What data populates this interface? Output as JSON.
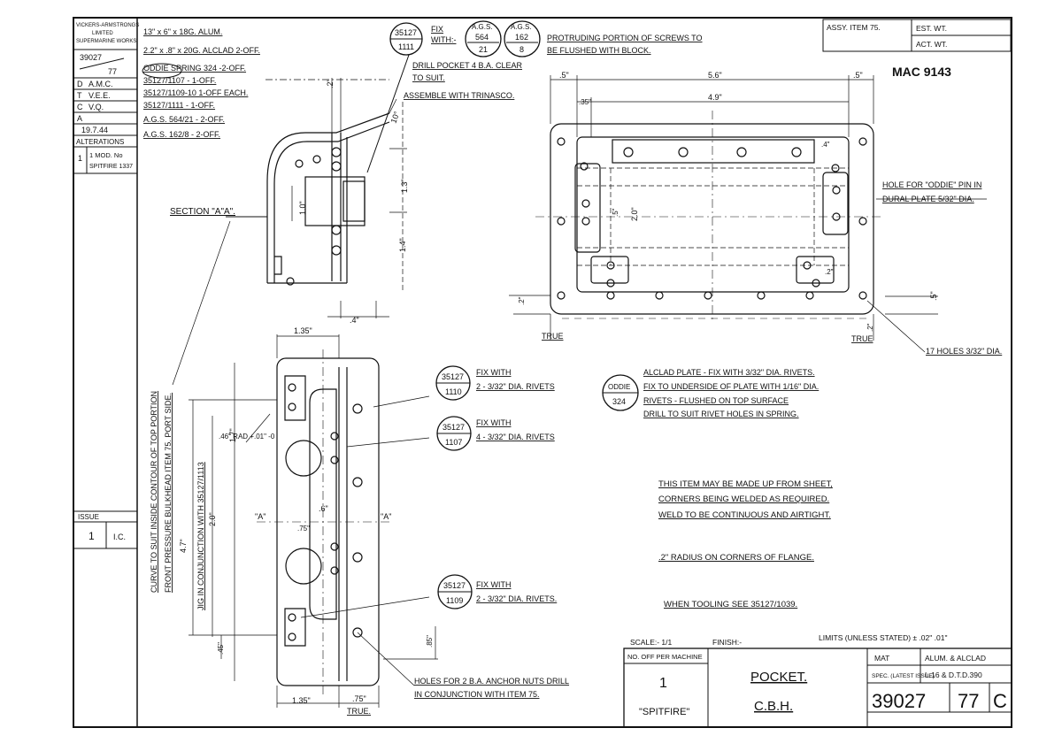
{
  "title_block_left": {
    "company": [
      "VICKERS-ARMSTRONGS",
      "LIMITED",
      "SUPERMARINE WORKS"
    ],
    "drawing_no": "39027",
    "sheet": "77",
    "signoffs": [
      {
        "role": "D",
        "initials": "A.M.C."
      },
      {
        "role": "T",
        "initials": "V.E.E."
      },
      {
        "role": "C",
        "initials": "V.Q."
      },
      {
        "role": "A",
        "initials": ""
      }
    ],
    "date": "19.7.44",
    "alterations_label": "ALTERATIONS",
    "alteration": [
      "1 MOD. No",
      "SPITFIRE 1337"
    ],
    "issue_label": "ISSUE",
    "issue_no": "1",
    "issue_initials": "I.C."
  },
  "material_list": [
    "13\" x 6\" x 18G. ALUM.",
    "2.2\" x .8\" x 20G. ALCLAD 2-OFF.",
    "ODDIE SPRING 324 -2-OFF.",
    "35127/1107 - 1-OFF.",
    "35127/1109-10 1-OFF EACH.",
    "35127/1111 - 1-OFF.",
    "A.G.S. 564/21 - 2-OFF.",
    "A.G.S. 162/8 - 2-OFF."
  ],
  "fix_note": {
    "part_top": "35127",
    "part_bottom": "1111",
    "fix_label": [
      "FIX",
      "WITH:-"
    ],
    "ags1": [
      "A.G.S.",
      "564",
      "21"
    ],
    "ags2": [
      "A.G.S.",
      "162",
      "8"
    ],
    "protrude": [
      "PROTRUDING PORTION OF SCREWS TO",
      "BE FLUSHED WITH BLOCK."
    ],
    "drill": [
      "DRILL POCKET 4 B.A. CLEAR",
      "TO SUIT."
    ],
    "assemble": "ASSEMBLE WITH TRINASCO."
  },
  "section_label": "SECTION \"A\"A\".",
  "section_dims": {
    "d1": "1.0\"",
    "d2": "1.3\"",
    "d3": "1.4\"",
    "d4": ".2\"",
    "d5": ".4\"",
    "d6": "10°"
  },
  "assembly": {
    "assy_label": "ASSY. ITEM 75.",
    "est_wt": "EST. WT.",
    "act_wt": "ACT. WT."
  },
  "mac_stamp": "MAC 9143",
  "top_view": {
    "d_left": ".5\"",
    "d_overall": "5.6\"",
    "d_right": ".5\"",
    "d_35": ".35\"",
    "d_49": "4.9\"",
    "d_2": "2.0\"",
    "d_4": ".4\"",
    "d_5": ".5\"",
    "d_25": ".2\"",
    "d_55": ".5\"",
    "d_22": ".2\"",
    "d_23": ".2\"",
    "true_left": "TRUE",
    "true_right": "TRUE",
    "hole_note": [
      "HOLE FOR \"ODDIE\" PIN IN",
      "DURAL PLATE 5/32\" DIA."
    ],
    "holes_note": "17 HOLES 3/32\" DIA."
  },
  "oddie_note": {
    "circle": [
      "ODDIE",
      "324"
    ],
    "lines": [
      "ALCLAD PLATE - FIX WITH 3/32\" DIA. RIVETS.",
      "FIX TO UNDERSIDE OF PLATE WITH 1/16\" DIA.",
      "RIVETS - FLUSHED ON TOP SURFACE",
      "DRILL TO SUIT RIVET HOLES IN SPRING."
    ]
  },
  "rivet_notes": [
    {
      "top": "35127",
      "bottom": "1110",
      "text": [
        "FIX WITH",
        "2 - 3/32\" DIA. RIVETS"
      ]
    },
    {
      "top": "35127",
      "bottom": "1107",
      "text": [
        "FIX WITH",
        "4 - 3/32\" DIA. RIVETS"
      ]
    },
    {
      "top": "35127",
      "bottom": "1109",
      "text": [
        "FIX WITH",
        "2 - 3/32\" DIA. RIVETS."
      ]
    }
  ],
  "front_view": {
    "d_top": "1.35\"",
    "d_bottom": "1.35\"",
    "d_bottom_right": ".75\"",
    "true_label": "TRUE.",
    "d_17": "1.7\"",
    "d_20": "2.0\"",
    "d_47": "4.7\"",
    "d_6": ".6\"",
    "d_75": ".75\"",
    "d_46": ".46\" RAD +.01\" -0",
    "d_45": ".45\"",
    "d_85": ".85\"",
    "sec_a_left": "\"A\"",
    "sec_a_right": "\"A\""
  },
  "vertical_notes": [
    "CURVE TO SUIT INSIDE CONTOUR OF TOP PORTION",
    "FRONT PRESSURE BULKHEAD ITEM 75. PORT SIDE.",
    "JIG IN CONJUNCTION WITH 35127/1113"
  ],
  "general_notes": [
    "THIS ITEM MAY BE MADE UP FROM SHEET,",
    "CORNERS BEING WELDED AS REQUIRED.",
    "WELD TO BE CONTINUOUS AND AIRTIGHT.",
    ".2\" RADIUS ON CORNERS OF FLANGE.",
    "WHEN TOOLING SEE 35127/1039."
  ],
  "anchor_note": [
    "HOLES FOR 2 B.A. ANCHOR NUTS DRILL",
    "IN CONJUNCTION WITH ITEM 75."
  ],
  "title_block": {
    "scale": "SCALE:- 1/1",
    "finish": "FINISH:-",
    "limits": "LIMITS (UNLESS STATED) ± .02\" .01\"",
    "no_off_label": "NO. OFF PER MACHINE",
    "no_off": "1",
    "machine": "\"SPITFIRE\"",
    "title1": "POCKET.",
    "title2": "C.B.H.",
    "mat_label": "MAT",
    "mat": "ALUM. & ALCLAD",
    "spec_label": "SPEC. (LATEST ISSUE)",
    "spec": "L.16 & D.T.D.390",
    "drg_no": "39027",
    "drg_sheet": "77",
    "drg_suffix": "C"
  }
}
